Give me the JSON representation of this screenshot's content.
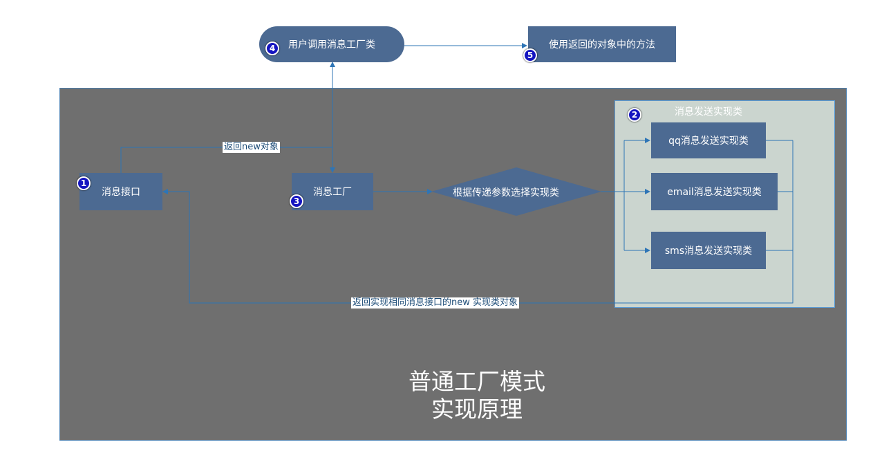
{
  "nodes": {
    "user_call": "用户调用消息工厂类",
    "use_methods": "使用返回的对象中的方法",
    "msg_interface": "消息接口",
    "msg_factory": "消息工厂",
    "decision": "根据传递参数选择实现类",
    "qq_impl": "qq消息发送实现类",
    "email_impl": "email消息发送实现类",
    "sms_impl": "sms消息发送实现类"
  },
  "group": {
    "title": "消息发送实现类"
  },
  "edges": {
    "return_new": "返回new对象",
    "return_impl": "返回实现相同消息接口的new   实现类对象"
  },
  "badges": {
    "b1": "1",
    "b2": "2",
    "b3": "3",
    "b4": "4",
    "b5": "5"
  },
  "title": {
    "line1": "普通工厂模式",
    "line2": "实现原理"
  },
  "colors": {
    "box": "#4c6a92",
    "canvas": "#6f6f6f",
    "group_bg": "#cbd5cf",
    "line": "#2e75b6",
    "badge": "#1414c0"
  }
}
